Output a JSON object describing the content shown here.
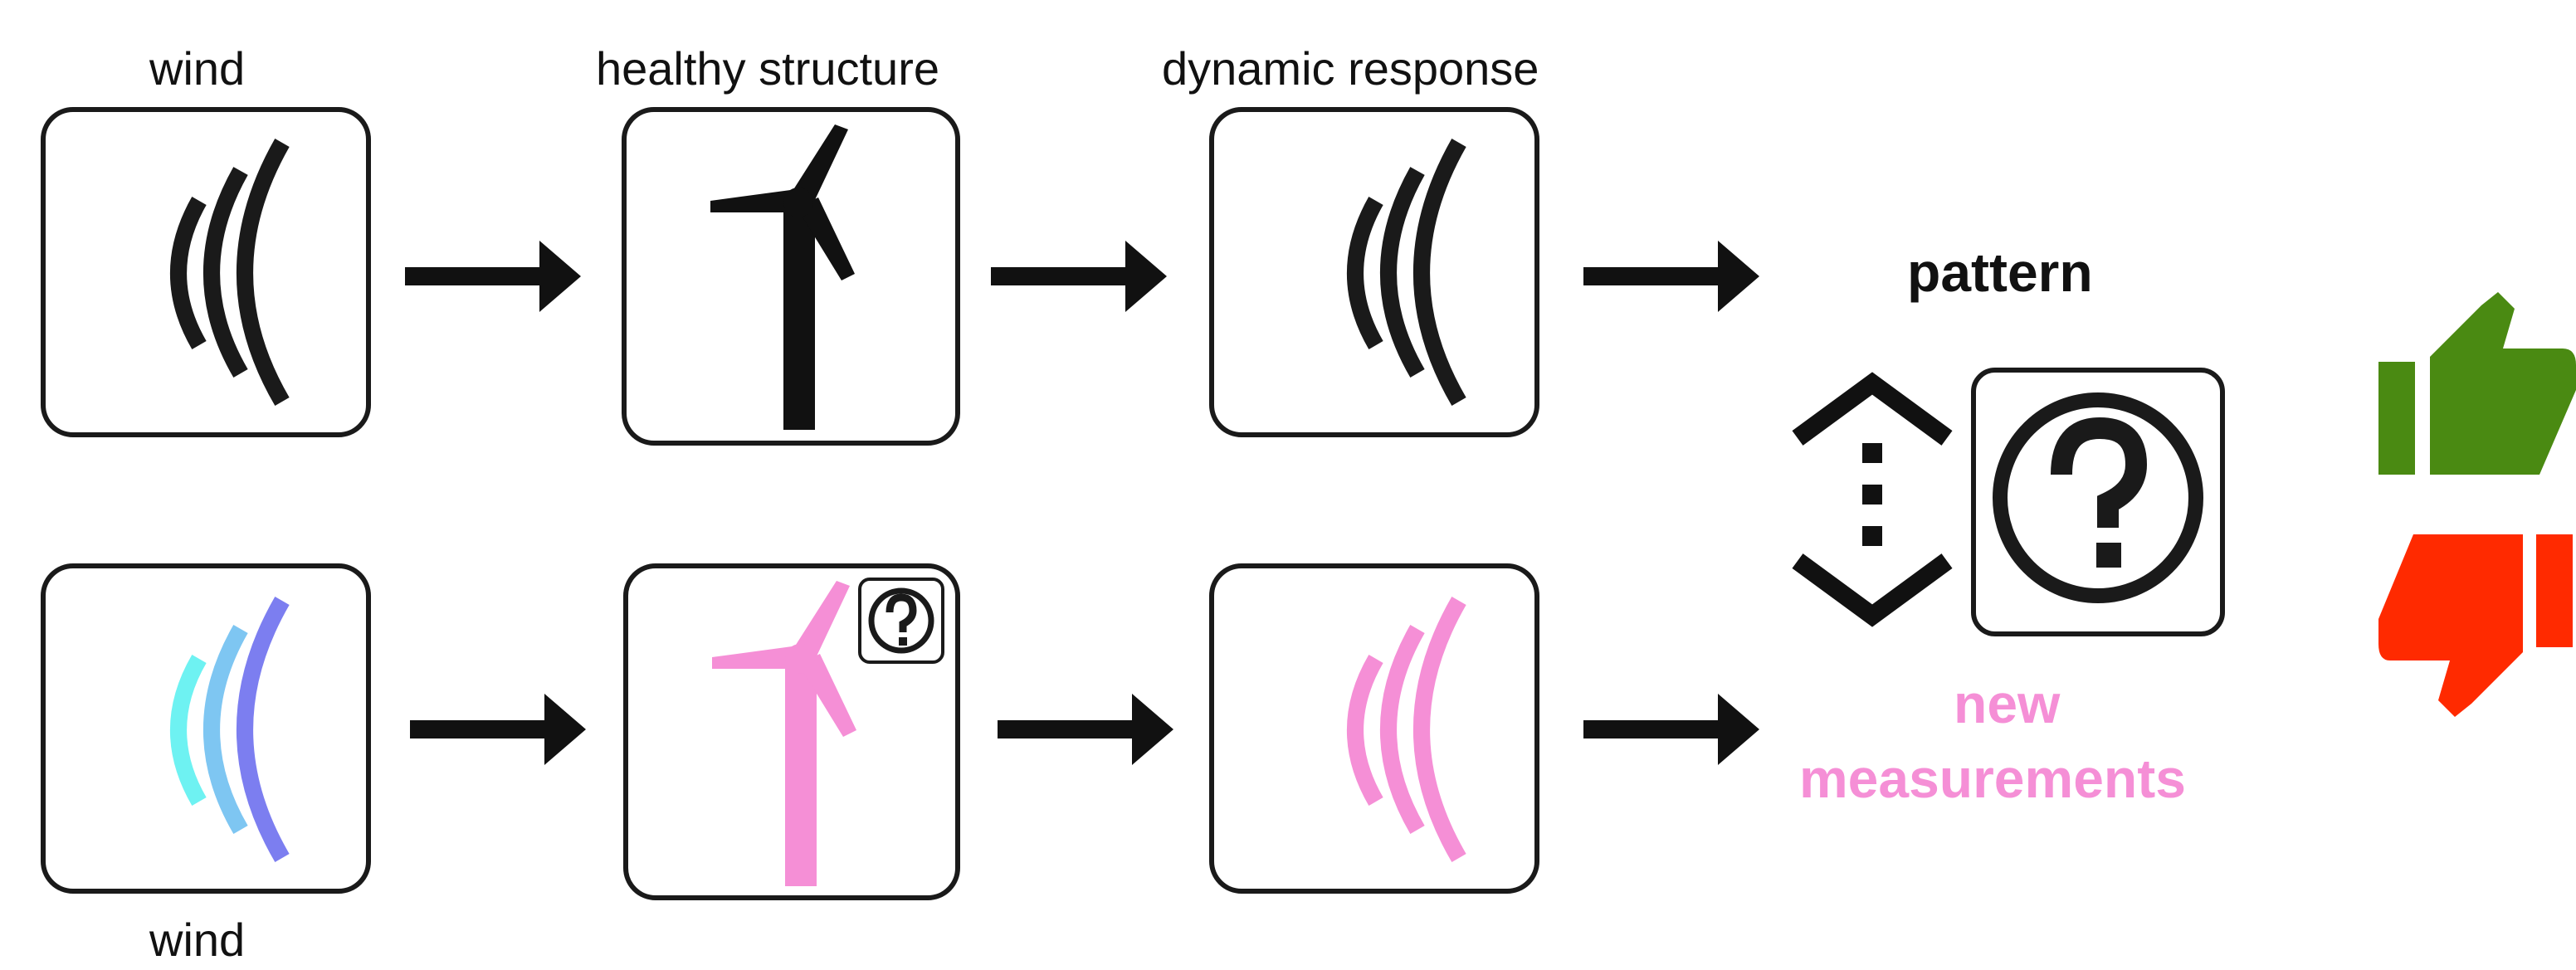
{
  "labels": {
    "wind_top": "wind",
    "healthy_structure": "healthy structure",
    "dynamic_response": "dynamic response",
    "pattern": "pattern",
    "new_measurements_line1": "new",
    "new_measurements_line2": "measurements",
    "wind_bottom": "wind"
  },
  "colors": {
    "stroke": "#1a1a1a",
    "measured": "#f58fd6",
    "wind_arc_1": "#6ef2f2",
    "wind_arc_2": "#7ec6f2",
    "wind_arc_3": "#7c7ef0",
    "thumbs_up": "#4a8a12",
    "thumbs_down": "#ff2a00"
  },
  "icons": {
    "wind_waves": "wind-waves-icon",
    "turbine": "wind-turbine-icon",
    "question": "question-mark-icon",
    "compare": "compare-arrows-icon",
    "thumbs_up": "thumbs-up-icon",
    "thumbs_down": "thumbs-down-icon"
  }
}
